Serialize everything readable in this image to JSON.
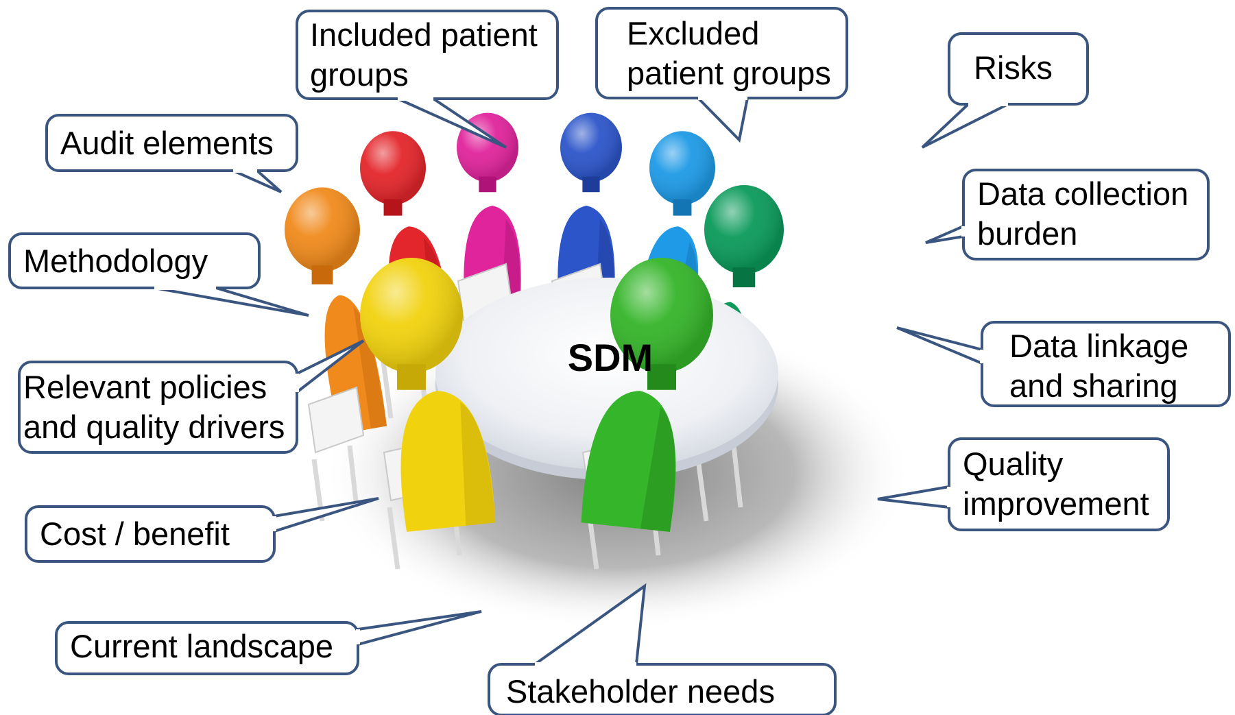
{
  "center_label": "SDM",
  "colors": {
    "callout_border": "#3a5680",
    "callout_fill": "#ffffff",
    "table_top": "#f2f3f6",
    "shadow": "#8c8c8c",
    "chair": "#f4f4f4"
  },
  "figures": [
    {
      "name": "orange-figure",
      "color": "#f08a1c",
      "dark": "#c86a0c"
    },
    {
      "name": "red-figure",
      "color": "#e3262b",
      "dark": "#b5141a"
    },
    {
      "name": "magenta-figure",
      "color": "#e0249c",
      "dark": "#b01377"
    },
    {
      "name": "blue-figure",
      "color": "#2c55c9",
      "dark": "#1e3c9a"
    },
    {
      "name": "sky-blue-figure",
      "color": "#1e9ae6",
      "dark": "#1475b5"
    },
    {
      "name": "teal-green-figure",
      "color": "#0b9a5a",
      "dark": "#077543"
    },
    {
      "name": "yellow-figure",
      "color": "#f1d20e",
      "dark": "#c6a807"
    },
    {
      "name": "green-figure",
      "color": "#35b52a",
      "dark": "#238a1b"
    }
  ],
  "callouts": [
    {
      "id": "included-patient-groups",
      "lines": [
        "Included patient",
        "groups"
      ]
    },
    {
      "id": "excluded-patient-groups",
      "lines": [
        "Excluded",
        "patient groups"
      ]
    },
    {
      "id": "risks",
      "lines": [
        "Risks"
      ]
    },
    {
      "id": "audit-elements",
      "lines": [
        "Audit elements"
      ]
    },
    {
      "id": "data-collection-burden",
      "lines": [
        "Data collection",
        "burden"
      ]
    },
    {
      "id": "methodology",
      "lines": [
        "Methodology"
      ]
    },
    {
      "id": "data-linkage-and-sharing",
      "lines": [
        "Data linkage",
        "and sharing"
      ]
    },
    {
      "id": "relevant-policies",
      "lines": [
        "Relevant policies",
        "and quality drivers"
      ]
    },
    {
      "id": "quality-improvement",
      "lines": [
        "Quality",
        "improvement"
      ]
    },
    {
      "id": "cost-benefit",
      "lines": [
        "Cost / benefit"
      ]
    },
    {
      "id": "current-landscape",
      "lines": [
        "Current landscape"
      ]
    },
    {
      "id": "stakeholder-needs",
      "lines": [
        "Stakeholder needs"
      ]
    }
  ]
}
